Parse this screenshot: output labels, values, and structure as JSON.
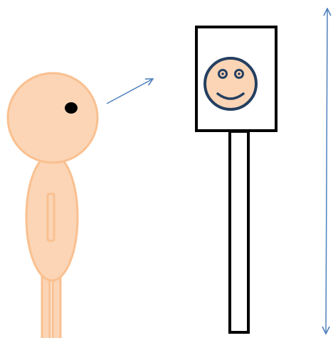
{
  "colors": {
    "background": "#ffffff",
    "skin_fill": "#fbd5b5",
    "skin_stroke": "#fac090",
    "eye": "#000000",
    "sign_stroke": "#000000",
    "face_stroke": "#243f60",
    "arrow": "#4f81bd"
  },
  "figure": {
    "head": "head",
    "eye": "eye",
    "body": "body",
    "arm": "arm",
    "legs": "legs"
  },
  "sign": {
    "board": "sign-board",
    "post": "sign-post",
    "face_icon": "smiley-face-icon"
  },
  "arrows": {
    "gaze": "gaze-arrow",
    "height": "height-double-arrow"
  }
}
